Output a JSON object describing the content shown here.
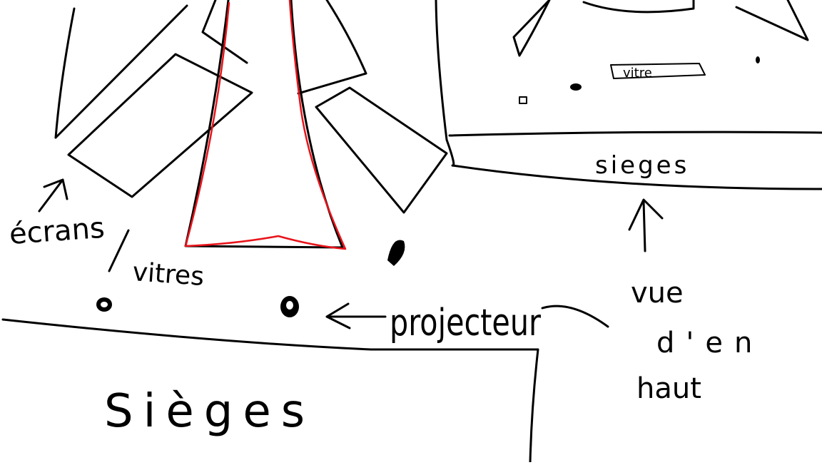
{
  "labels": {
    "screens": "écrans",
    "windows": "vitres",
    "projector": "projecteur",
    "seats_main": "Sièges",
    "seats_inset": "sieges",
    "inset_window": "vitre",
    "top_view_1": "vue",
    "top_view_2": "d'en",
    "top_view_3": "haut"
  },
  "colors": {
    "ink": "#000000",
    "highlight": "#e8141a",
    "background": "#ffffff"
  }
}
